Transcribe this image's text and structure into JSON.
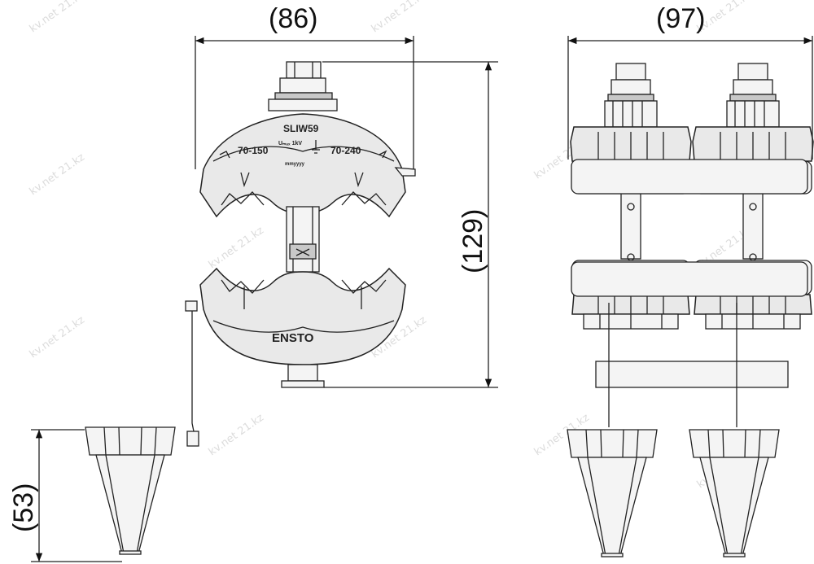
{
  "dimensions": {
    "width_single": "(86)",
    "width_double": "(97)",
    "height": "(129)",
    "cap_height": "(53)"
  },
  "labels": {
    "model": "SLIW59",
    "voltage": "Uₘₐₓ 1kV",
    "range_left": "70-150",
    "range_right": "70-240",
    "date_code": "mmyyyy",
    "brand": "ENSTO"
  },
  "watermark": "kv.net 21.kz"
}
